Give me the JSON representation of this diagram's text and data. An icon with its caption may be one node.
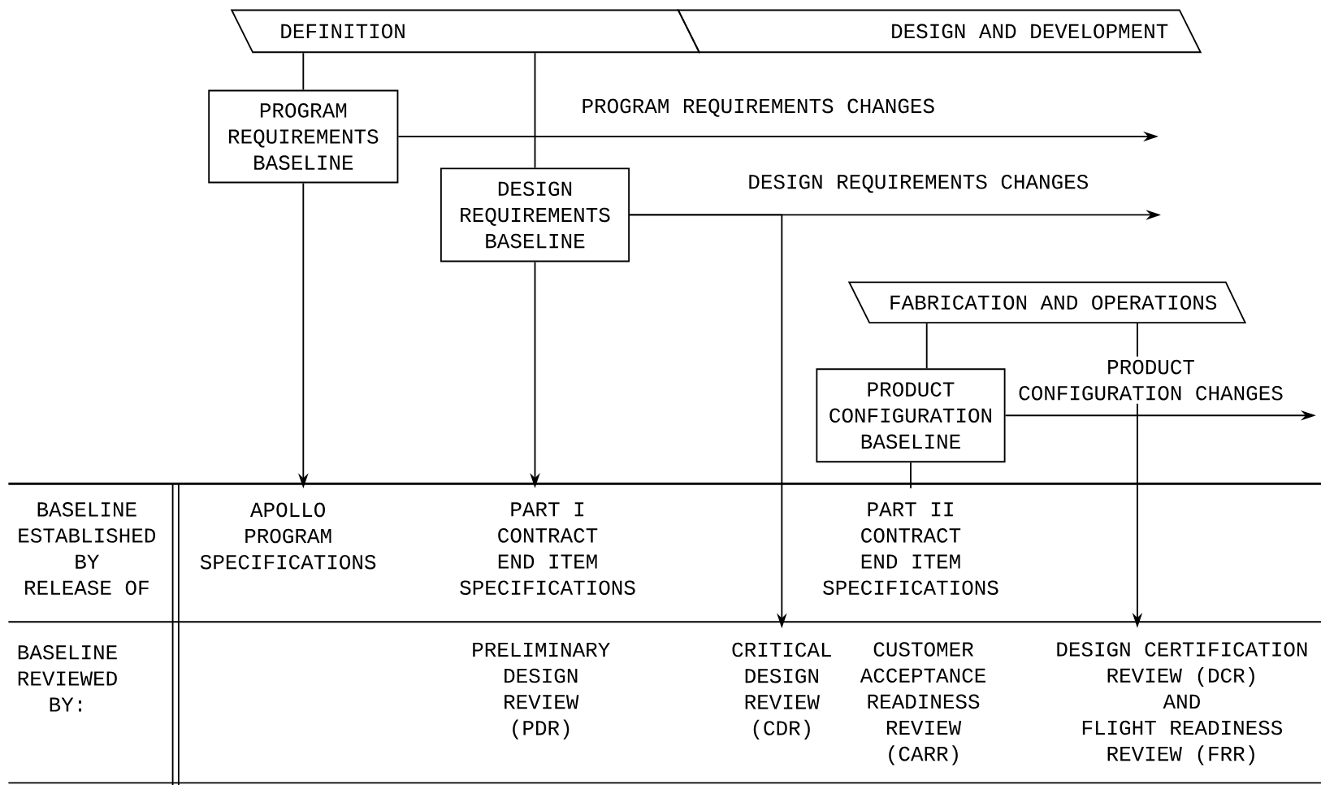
{
  "diagram": {
    "nodes": [
      {
        "text": [
          "DEFINITION"
        ]
      },
      {
        "text": [
          "DESIGN AND DEVELOPMENT"
        ]
      },
      {
        "text": [
          "PROGRAM REQUIREMENTS BASELINE"
        ]
      },
      {
        "text": [
          "DESIGN REQUIREMENTS BASELINE"
        ]
      },
      {
        "text": [
          "FABRICATION AND OPERATIONS"
        ]
      },
      {
        "text": [
          "PRODUCT CONFIGURATION BASELINE"
        ]
      },
      {
        "text": [
          "APOLLO PROGRAM SPECIFICATIONS"
        ]
      },
      {
        "text": [
          "PART I CONTRACT END ITEM SPECIFICATIONS"
        ]
      },
      {
        "text": [
          "PART II CONTRACT END ITEM SPECIFICATIONS"
        ]
      },
      {
        "text": [
          "CRITICAL DESIGN REVIEW (CDR)"
        ]
      },
      {
        "text": [
          "DESIGN CERTIFICATION REVIEW (DCR) AND FLIGHT READINESS REVIEW (FRR)"
        ]
      }
    ],
    "edges": [
      {
        "from": 0,
        "to": 2,
        "arrow": "none"
      },
      {
        "from": 2,
        "to": null,
        "arrow": "to",
        "label": "PROGRAM REQUIREMENTS CHANGES"
      },
      {
        "from": 0,
        "to": 3,
        "arrow": "none"
      },
      {
        "from": 3,
        "to": null,
        "arrow": "to",
        "label": "DESIGN REQUIREMENTS CHANGES"
      },
      {
        "from": 2,
        "to": 6,
        "arrow": "to"
      },
      {
        "from": 3,
        "to": 7,
        "arrow": "to"
      },
      {
        "from": 3,
        "to": 9,
        "arrow": "to"
      },
      {
        "from": 4,
        "to": 5,
        "arrow": "none"
      },
      {
        "from": 5,
        "to": null,
        "arrow": "to",
        "label": "PRODUCT CONFIGURATION CHANGES"
      },
      {
        "from": 5,
        "to": 8,
        "arrow": "none"
      },
      {
        "from": 4,
        "to": 10,
        "arrow": "to"
      }
    ],
    "labels": [
      "BASELINE ESTABLISHED BY RELEASE OF",
      "BASELINE REVIEWED BY:",
      "PRELIMINARY DESIGN REVIEW (PDR)",
      "CUSTOMER ACCEPTANCE READINESS REVIEW (CARR)"
    ]
  }
}
